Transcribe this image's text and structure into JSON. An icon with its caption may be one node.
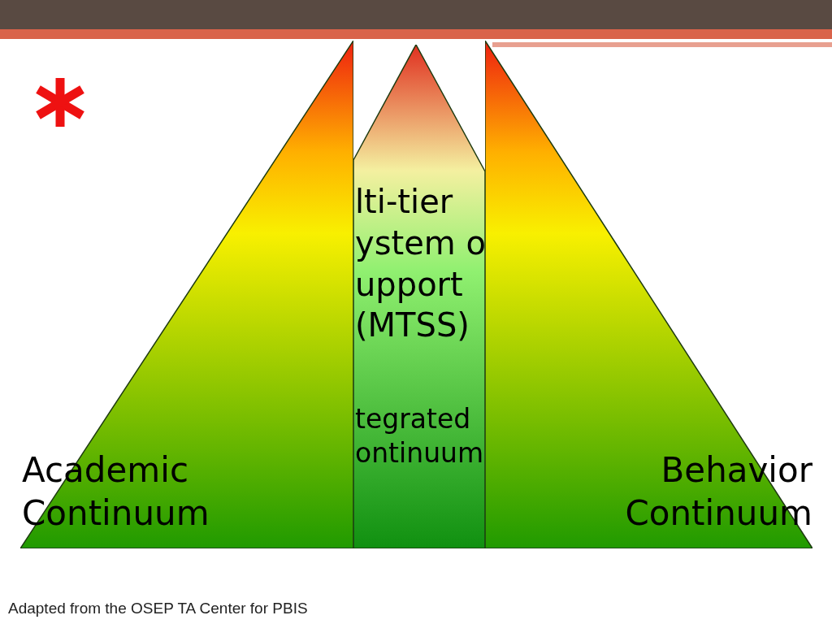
{
  "diagram": {
    "caption": "Adapted from the OSEP TA Center for PBIS",
    "nodes": [
      {
        "text": [
          "lti-tier ystem o upport (MTSS)",
          "tegrated ontinuum"
        ]
      },
      {
        "text": [
          "Academic Continuum"
        ]
      },
      {
        "text": [
          "Behavior Continuum"
        ]
      }
    ],
    "edges": []
  }
}
